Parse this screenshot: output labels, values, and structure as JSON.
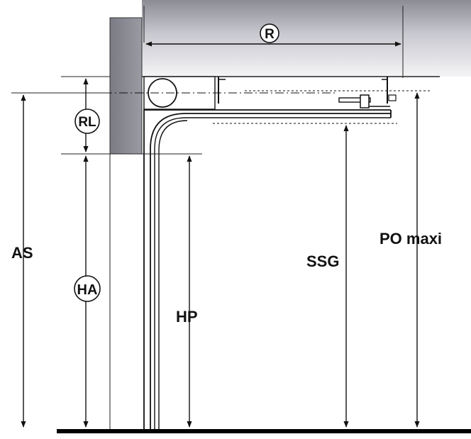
{
  "labels": {
    "r": "R",
    "rl": "RL",
    "as": "AS",
    "ha": "HA",
    "hp": "HP",
    "ssg": "SSG",
    "po_maxi": "PO maxi"
  },
  "colors": {
    "ceiling_light": "#f2f2f5",
    "ceiling_dark": "#8c8c96",
    "lintel": "#85858f",
    "line": "#111111",
    "floor": "#000000"
  }
}
